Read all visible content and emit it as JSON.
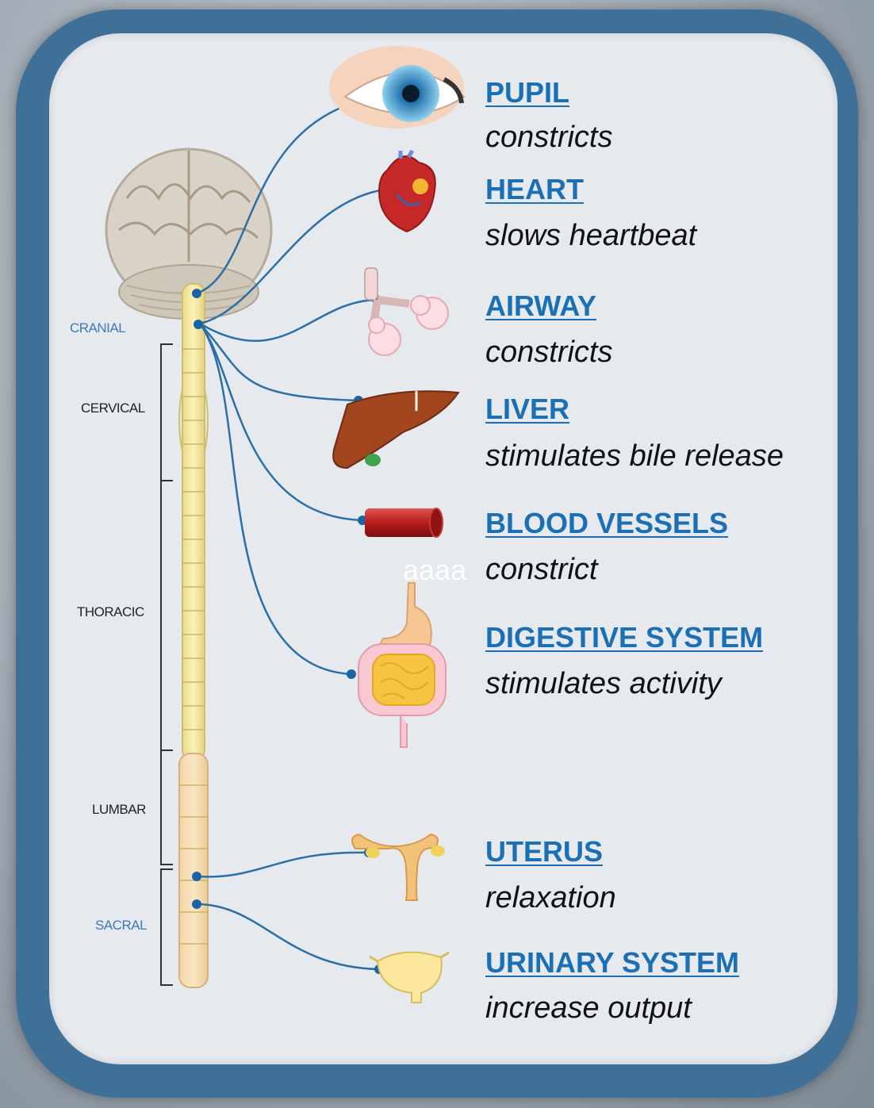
{
  "regions": {
    "cranial": "CRANIAL",
    "cervical": "CERVICAL",
    "thoracic": "THORACIC",
    "lumbar": "LUMBAR",
    "sacral": "SACRAL"
  },
  "organs": [
    {
      "key": "pupil",
      "title": "PUPIL",
      "effect": "constricts"
    },
    {
      "key": "heart",
      "title": "HEART",
      "effect": "slows heartbeat"
    },
    {
      "key": "airway",
      "title": "AIRWAY",
      "effect": "constricts"
    },
    {
      "key": "liver",
      "title": "LIVER",
      "effect": "stimulates bile release"
    },
    {
      "key": "blood_vessels",
      "title": "BLOOD VESSELS",
      "effect": "constrict"
    },
    {
      "key": "digestive",
      "title": "DIGESTIVE SYSTEM",
      "effect": "stimulates activity"
    },
    {
      "key": "uterus",
      "title": "UTERUS",
      "effect": "relaxation"
    },
    {
      "key": "urinary",
      "title": "URINARY SYSTEM",
      "effect": "increase output"
    }
  ],
  "stray_text": "aaaa",
  "colors": {
    "frame": "#3f7198",
    "card": "#e6e9ee",
    "title": "#1a6fb5",
    "nerve": "#2a6fa8",
    "cord": "#f3e9a0"
  }
}
